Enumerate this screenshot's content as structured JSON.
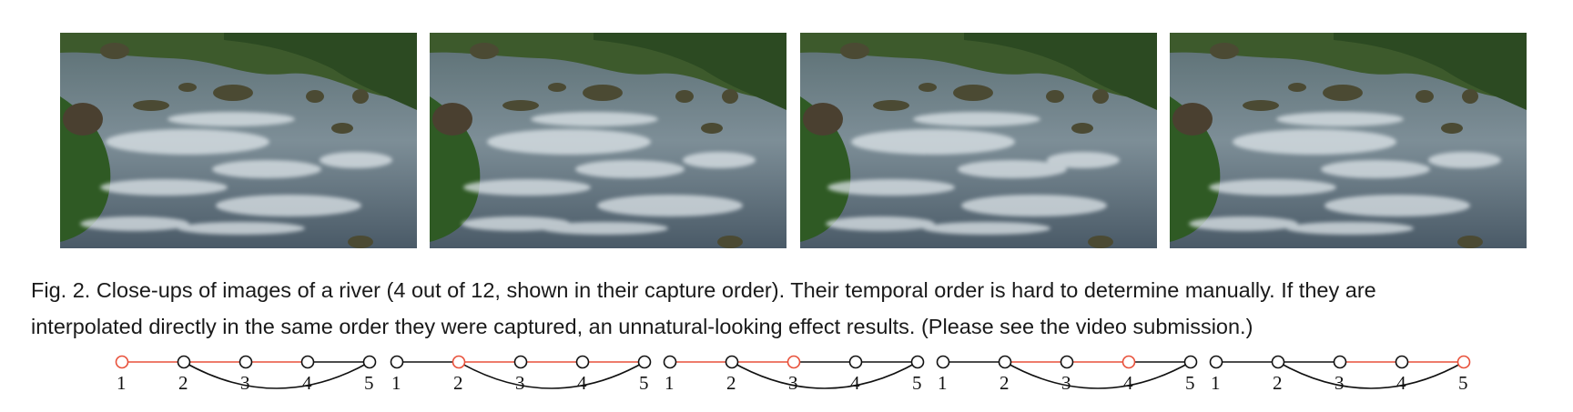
{
  "figure": {
    "frames": [
      {
        "name": "river-frame-1"
      },
      {
        "name": "river-frame-2"
      },
      {
        "name": "river-frame-3"
      },
      {
        "name": "river-frame-4"
      }
    ],
    "caption": {
      "line1": "Fig. 2. Close-ups of images of a river (4 out of 12, shown in their capture order). Their temporal order is hard to determine manually. If they are",
      "line2": "interpolated directly in the same order they were captured, an unnatural-looking effect results. (Please see the video submission.)"
    },
    "graphs": {
      "highlight_color": "#e8503a",
      "edge_color": "#111111",
      "node_labels": [
        "1",
        "2",
        "3",
        "4",
        "5"
      ],
      "panels": [
        {
          "highlighted_node": "1",
          "highlighted_edges": [
            [
              "1",
              "2"
            ],
            [
              "2",
              "3"
            ],
            [
              "3",
              "4"
            ]
          ]
        },
        {
          "highlighted_node": "2",
          "highlighted_edges": [
            [
              "2",
              "3"
            ],
            [
              "3",
              "4"
            ],
            [
              "4",
              "5"
            ]
          ]
        },
        {
          "highlighted_node": "3",
          "highlighted_edges": [
            [
              "1",
              "2"
            ],
            [
              "2",
              "3"
            ]
          ]
        },
        {
          "highlighted_node": "4",
          "highlighted_edges": [
            [
              "2",
              "3"
            ],
            [
              "3",
              "4"
            ]
          ]
        },
        {
          "highlighted_node": "5",
          "highlighted_edges": [
            [
              "3",
              "4"
            ],
            [
              "4",
              "5"
            ]
          ]
        }
      ]
    }
  }
}
